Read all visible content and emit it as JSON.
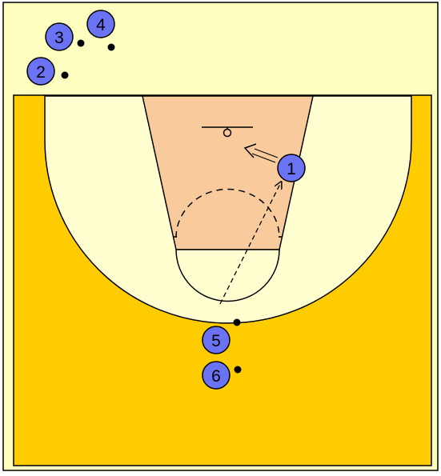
{
  "diagram": {
    "colors": {
      "off_court": "#FFFFC0",
      "court": "#FFCC00",
      "three_point_area": "#FFFFD0",
      "paint": "#F9CB9C",
      "line": "#000000",
      "player_fill": "#6B73F5",
      "player_stroke": "#000000",
      "ball": "#000000"
    },
    "players": [
      {
        "id": "player-1",
        "label": "1",
        "has_ball": false
      },
      {
        "id": "player-2",
        "label": "2",
        "has_ball": true
      },
      {
        "id": "player-3",
        "label": "3",
        "has_ball": true
      },
      {
        "id": "player-4",
        "label": "4",
        "has_ball": true
      },
      {
        "id": "player-5",
        "label": "5",
        "has_ball": true
      },
      {
        "id": "player-6",
        "label": "6",
        "has_ball": true
      }
    ],
    "actions": [
      {
        "type": "pass",
        "from": "5",
        "to": "1",
        "style": "dashed-arrow"
      },
      {
        "type": "cut",
        "by": "1",
        "direction": "to-basket",
        "style": "double-line-arrow"
      }
    ]
  }
}
